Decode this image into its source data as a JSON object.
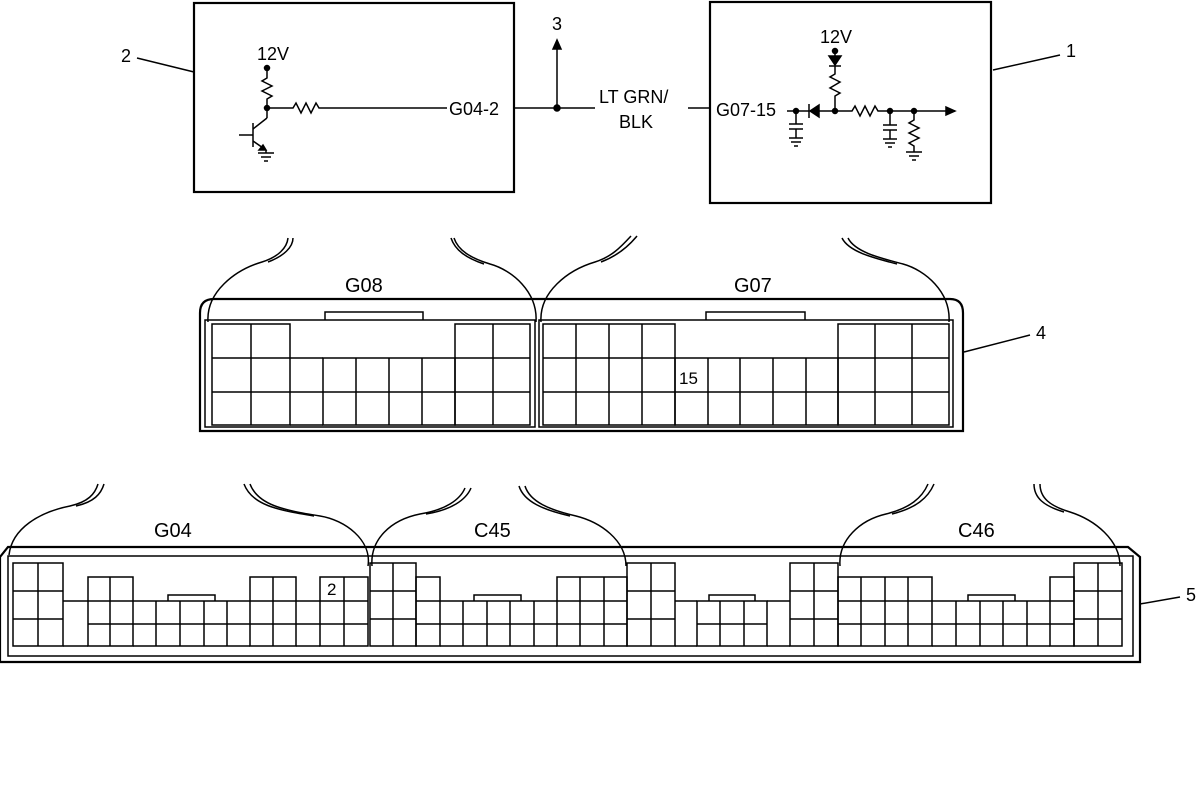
{
  "schematic": {
    "left_module": {
      "supply": "12V",
      "terminal": "G04-2"
    },
    "right_module": {
      "supply": "12V",
      "terminal": "G07-15"
    },
    "wire": {
      "color_line1": "LT GRN/",
      "color_line2": "BLK"
    }
  },
  "connectors": {
    "upper": {
      "left_label": "G08",
      "right_label": "G07",
      "pin_label": "15"
    },
    "lower": {
      "left_label": "G04",
      "middle_label": "C45",
      "right_label": "C46",
      "pin_label": "2"
    }
  },
  "callouts": [
    "1",
    "2",
    "3",
    "4",
    "5"
  ]
}
